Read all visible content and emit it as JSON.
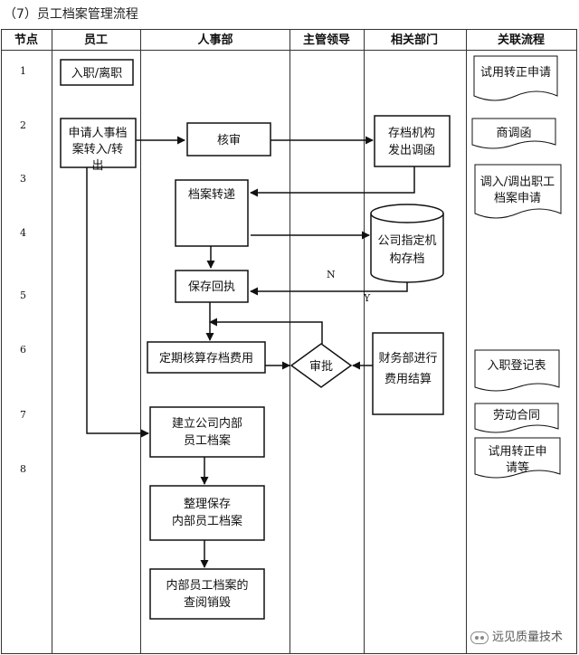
{
  "title": "（7）员工档案管理流程",
  "columns": [
    "节点",
    "员工",
    "人事部",
    "主管领导",
    "相关部门",
    "关联流程"
  ],
  "nodes": [
    "1",
    "2",
    "3",
    "4",
    "5",
    "6",
    "7",
    "8"
  ],
  "boxes": {
    "b1": [
      "入职/离职"
    ],
    "b2": [
      "申请人事档",
      "案转入/转",
      "出"
    ],
    "b3": [
      "核审"
    ],
    "b4": [
      "存档机构",
      "发出调函"
    ],
    "b5": [
      "档案转递"
    ],
    "b6": [
      "公司指定机",
      "构存档"
    ],
    "b7": [
      "保存回执"
    ],
    "b8": [
      "定期核算存档费用"
    ],
    "b9": [
      "审批"
    ],
    "b10": [
      "财务部进行",
      "费用结算"
    ],
    "b11": [
      "建立公司内部",
      "员工档案"
    ],
    "b12": [
      "整理保存",
      "内部员工档案"
    ],
    "b13": [
      "内部员工档案的",
      "查阅销毁"
    ]
  },
  "related": {
    "r1": [
      "试用转正申请"
    ],
    "r2": [
      "商调函"
    ],
    "r3": [
      "调入/调出职工",
      "档案申请"
    ],
    "r4": [
      "入职登记表"
    ],
    "r5": [
      "劳动合同"
    ],
    "r6": [
      "试用转正申",
      "请等"
    ]
  },
  "labels": {
    "n": "N",
    "y": "Y"
  },
  "watermark": "远见质量技术"
}
